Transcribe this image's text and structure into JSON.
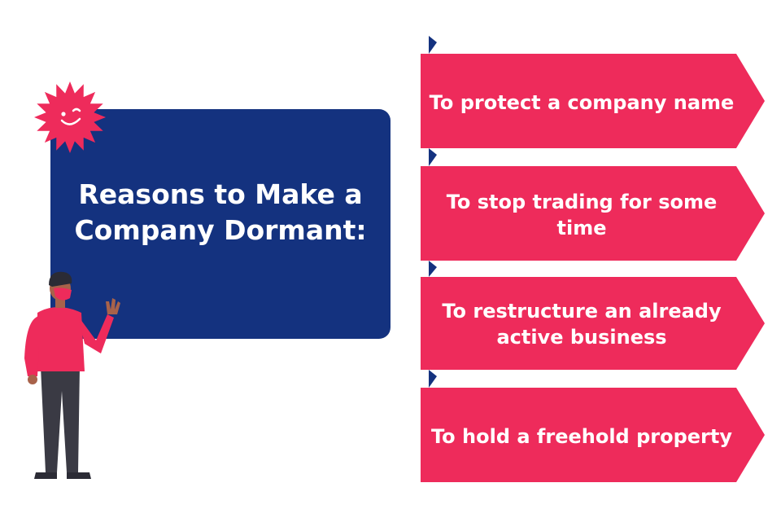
{
  "title": "Reasons to Make a Company Dormant:",
  "reasons": [
    "To protect a company name",
    "To stop trading for some time",
    "To restructure an already active business",
    "To hold a freehold property"
  ],
  "colors": {
    "panel": "#14327f",
    "arrow": "#ee2b5b",
    "arrow_fold": "#14327f",
    "text": "#ffffff",
    "sun": "#ee2b5b",
    "shirt": "#ee2b5b",
    "trousers": "#3a3a44",
    "hair": "#2b2b35",
    "skin": "#a8624a"
  },
  "icons": [
    "sun-mascot-icon",
    "person-illustration-icon"
  ]
}
